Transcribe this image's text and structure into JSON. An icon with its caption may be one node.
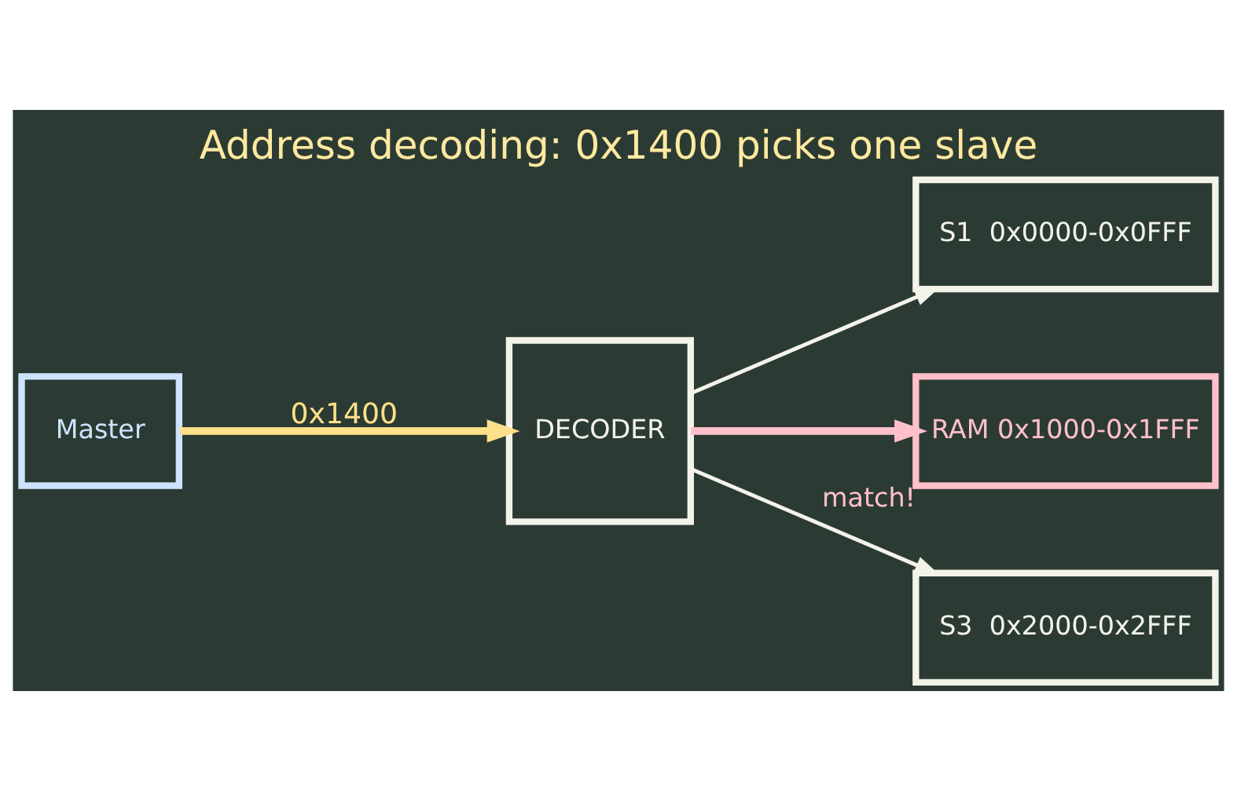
{
  "diagram": {
    "title": "Address decoding: 0x1400 picks one slave",
    "nodes": [
      {
        "text": [
          "Master"
        ]
      },
      {
        "text": [
          "DECODER"
        ]
      },
      {
        "text": [
          "S1  0x0000-0x0FFF"
        ]
      },
      {
        "text": [
          "RAM 0x1000-0x1FFF"
        ],
        "beside": [
          "match!"
        ]
      },
      {
        "text": [
          "S3  0x2000-0x2FFF"
        ]
      }
    ],
    "edges": [
      {
        "from": 0,
        "to": 1,
        "arrow": "to",
        "label": "0x1400",
        "style": "thick",
        "color": "#ffe08a"
      },
      {
        "from": 1,
        "to": 2,
        "arrow": "to"
      },
      {
        "from": 1,
        "to": 3,
        "arrow": "to",
        "style": "thick",
        "color": "#ffc0cb"
      },
      {
        "from": 1,
        "to": 4,
        "arrow": "to"
      }
    ]
  }
}
